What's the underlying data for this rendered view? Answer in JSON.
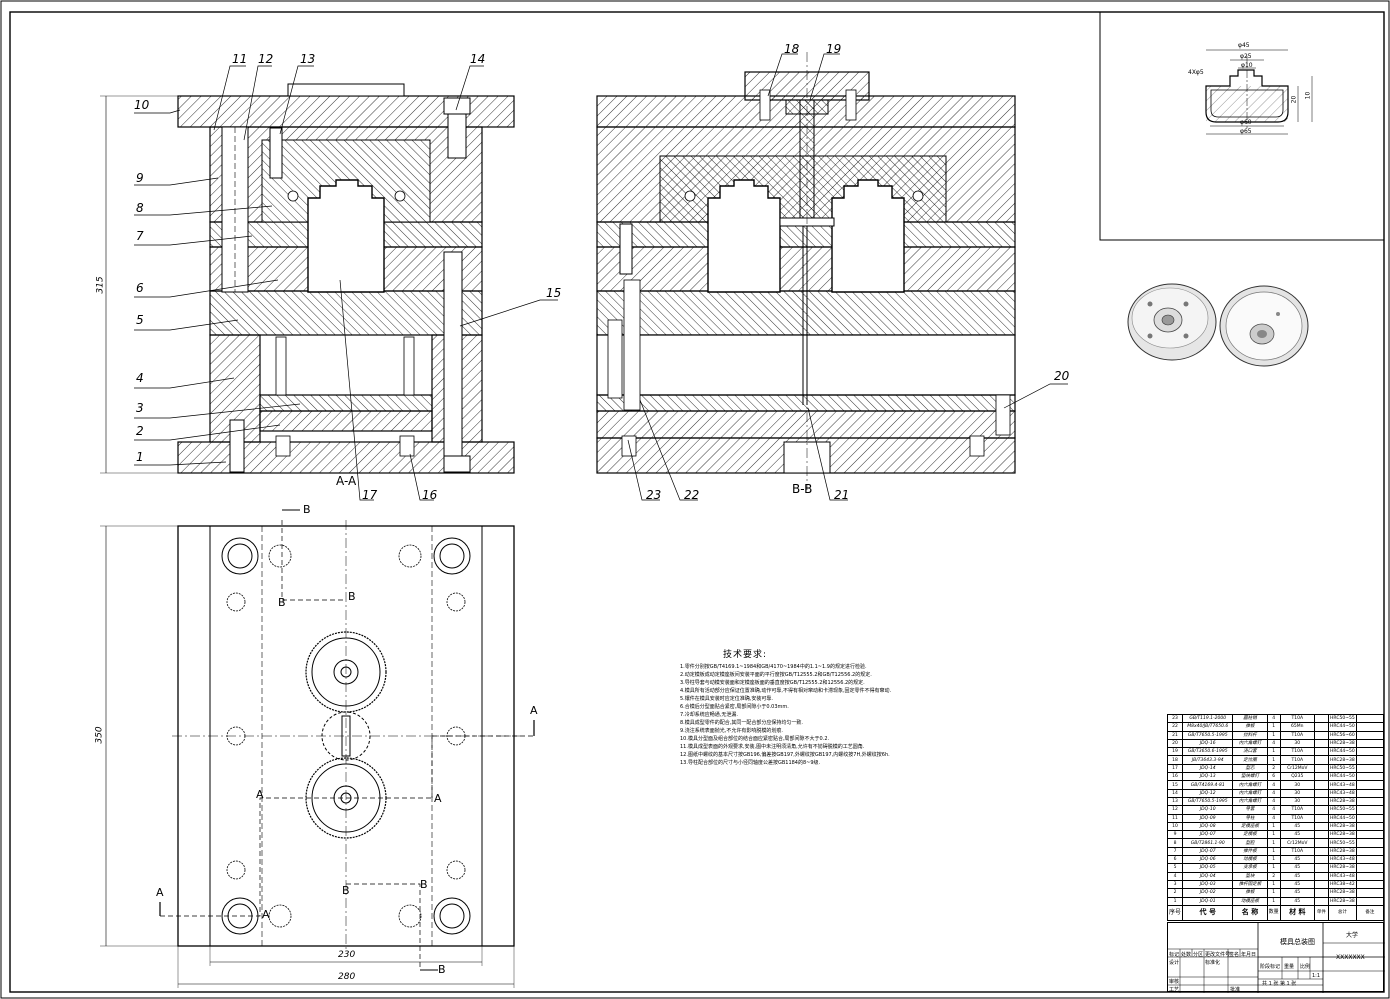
{
  "part_labels": [
    "1",
    "2",
    "3",
    "4",
    "5",
    "6",
    "7",
    "8",
    "9",
    "10",
    "11",
    "12",
    "13",
    "14",
    "15",
    "16",
    "17",
    "18",
    "19",
    "20",
    "21",
    "22",
    "23"
  ],
  "section_labels": {
    "aa": "A-A",
    "bb": "B-B",
    "A": "A",
    "B": "B"
  },
  "dimensions": {
    "height_315": "315",
    "height_350": "350",
    "width_230": "230",
    "width_280": "280",
    "d45": "φ45",
    "d25": "φ25",
    "d10": "φ10",
    "d60": "φ60",
    "d65": "φ65",
    "holes": "4Xφ5",
    "h10": "10",
    "h20": "20"
  },
  "tech_title": "技术要求:",
  "tech_lines": [
    "1.零件分别按GB/T4169.1~1984和GB/4170~1984中的1.1~1.9的规定进行检验.",
    "2.动定模板成动定模座板间安装平面的平行度按GB/T12555.2和GB/T12556.2的规定.",
    "3.导柱导套与动模安装面和定模座板面的垂直度按GB/T12555.2和12556.2的规定.",
    "4.模具所有活动部分应保证位置准确,动作可靠,不得有相对窜动和卡滞现象,固定零件不得有窜动.",
    "5.镶件在模具安装时应定位准确,安装可靠.",
    "6.合模后分型面贴合紧密,局部间隙小于0.03mm.",
    "7.冷却系统应畅通,无泄漏.",
    "8.模具成型零件的配合,其同一配合部分应保持均匀一致.",
    "9.浇注系统表面抛光,不允许有影响脱模的划痕.",
    "10.模具分型面及组合部位的结合面应紧密贴合,局部间隙不大于0.2.",
    "11.模具成型表面的外观要求,安装,图中未注明须清角,允许有不妨碍脱模的工艺圆角.",
    "12.图纸中螺纹的基本尺寸按GB196,偏差按GB197,外螺纹按GB197,内螺纹按7H,外螺纹按6h.",
    "13.导柱配合部位的尺寸与小径同轴度公差按GB1184的8~9级."
  ],
  "bom_rows": [
    [
      "23",
      "GB/T119.1-2000",
      "圆柱销",
      "4",
      "T10A",
      "",
      "HRC50~55",
      ""
    ],
    [
      "22",
      "M8x40/JB/T7650.6",
      "推板",
      "1",
      "65Mn",
      "",
      "HRC44~50",
      ""
    ],
    [
      "21",
      "GB/T7650.5-1995",
      "拉料杆",
      "1",
      "T10A",
      "",
      "HRC56~60",
      ""
    ],
    [
      "20",
      "JDQ-16",
      "内六角螺钉",
      "4",
      "30",
      "",
      "HRC28~38",
      ""
    ],
    [
      "19",
      "GB/T3650.6-1995",
      "浇口套",
      "1",
      "T10A",
      "",
      "HRC44~50",
      ""
    ],
    [
      "18",
      "JB/T3643.3-94",
      "定位圈",
      "1",
      "T10A",
      "",
      "HRC28~38",
      ""
    ],
    [
      "17",
      "JDQ-14",
      "型芯",
      "2",
      "Cr12MoV",
      "",
      "HRC50~55",
      ""
    ],
    [
      "16",
      "JDQ-13",
      "垫块螺钉",
      "6",
      "Q235",
      "",
      "HRC44~50",
      ""
    ],
    [
      "15",
      "GB/T4169.4-81",
      "内六角螺钉",
      "4",
      "30",
      "",
      "HRC43~48",
      ""
    ],
    [
      "14",
      "JDQ-12",
      "内六角螺钉",
      "4",
      "30",
      "",
      "HRC43~48",
      ""
    ],
    [
      "13",
      "GB/T7650.5-1995",
      "内六角螺钉",
      "4",
      "30",
      "",
      "HRC28~38",
      ""
    ],
    [
      "12",
      "JDQ-10",
      "导套",
      "4",
      "T10A",
      "",
      "HRC50~55",
      ""
    ],
    [
      "11",
      "JDQ-09",
      "导柱",
      "4",
      "T10A",
      "",
      "HRC44~50",
      ""
    ],
    [
      "10",
      "JDQ-08",
      "定模座板",
      "1",
      "45",
      "",
      "HRC28~38",
      ""
    ],
    [
      "9",
      "JDQ-07",
      "定模板",
      "1",
      "45",
      "",
      "HRC28~38",
      ""
    ],
    [
      "8",
      "GB/T2861.1-90",
      "型腔",
      "1",
      "Cr12MoV",
      "",
      "HRC50~55",
      ""
    ],
    [
      "7",
      "JDQ-07",
      "推件板",
      "1",
      "T10A",
      "",
      "HRC28~38",
      ""
    ],
    [
      "6",
      "JDQ-06",
      "动模板",
      "1",
      "45",
      "",
      "HRC43~48",
      ""
    ],
    [
      "5",
      "JDQ-05",
      "支承板",
      "1",
      "45",
      "",
      "HRC28~38",
      ""
    ],
    [
      "4",
      "JDQ-04",
      "垫块",
      "2",
      "45",
      "",
      "HRC43~48",
      ""
    ],
    [
      "3",
      "JDQ-03",
      "推杆固定板",
      "1",
      "45",
      "",
      "HRC38~42",
      ""
    ],
    [
      "2",
      "JDQ-02",
      "推板",
      "1",
      "45",
      "",
      "HRC28~38",
      ""
    ],
    [
      "1",
      "JDQ-01",
      "动模座板",
      "1",
      "45",
      "",
      "HRC28~38",
      ""
    ]
  ],
  "bom_header": [
    "序号",
    "代 号",
    "名 称",
    "数量",
    "材 料",
    "单件",
    "总计",
    "备注"
  ],
  "title_block": {
    "drawing_title": "模具总装图",
    "school": "大学",
    "code": "XXXXXXX",
    "scale_label": "比例",
    "scale_value": "1:1",
    "sheets": "共 1 张 第 1 张",
    "stage_label": "阶段标记",
    "weight_label": "重量",
    "row_labels": [
      "标记",
      "处数",
      "分区",
      "更改文件号",
      "签名",
      "年月日"
    ],
    "design": "设计",
    "std": "标准化",
    "check": "审核",
    "process": "工艺",
    "approve": "批准"
  }
}
